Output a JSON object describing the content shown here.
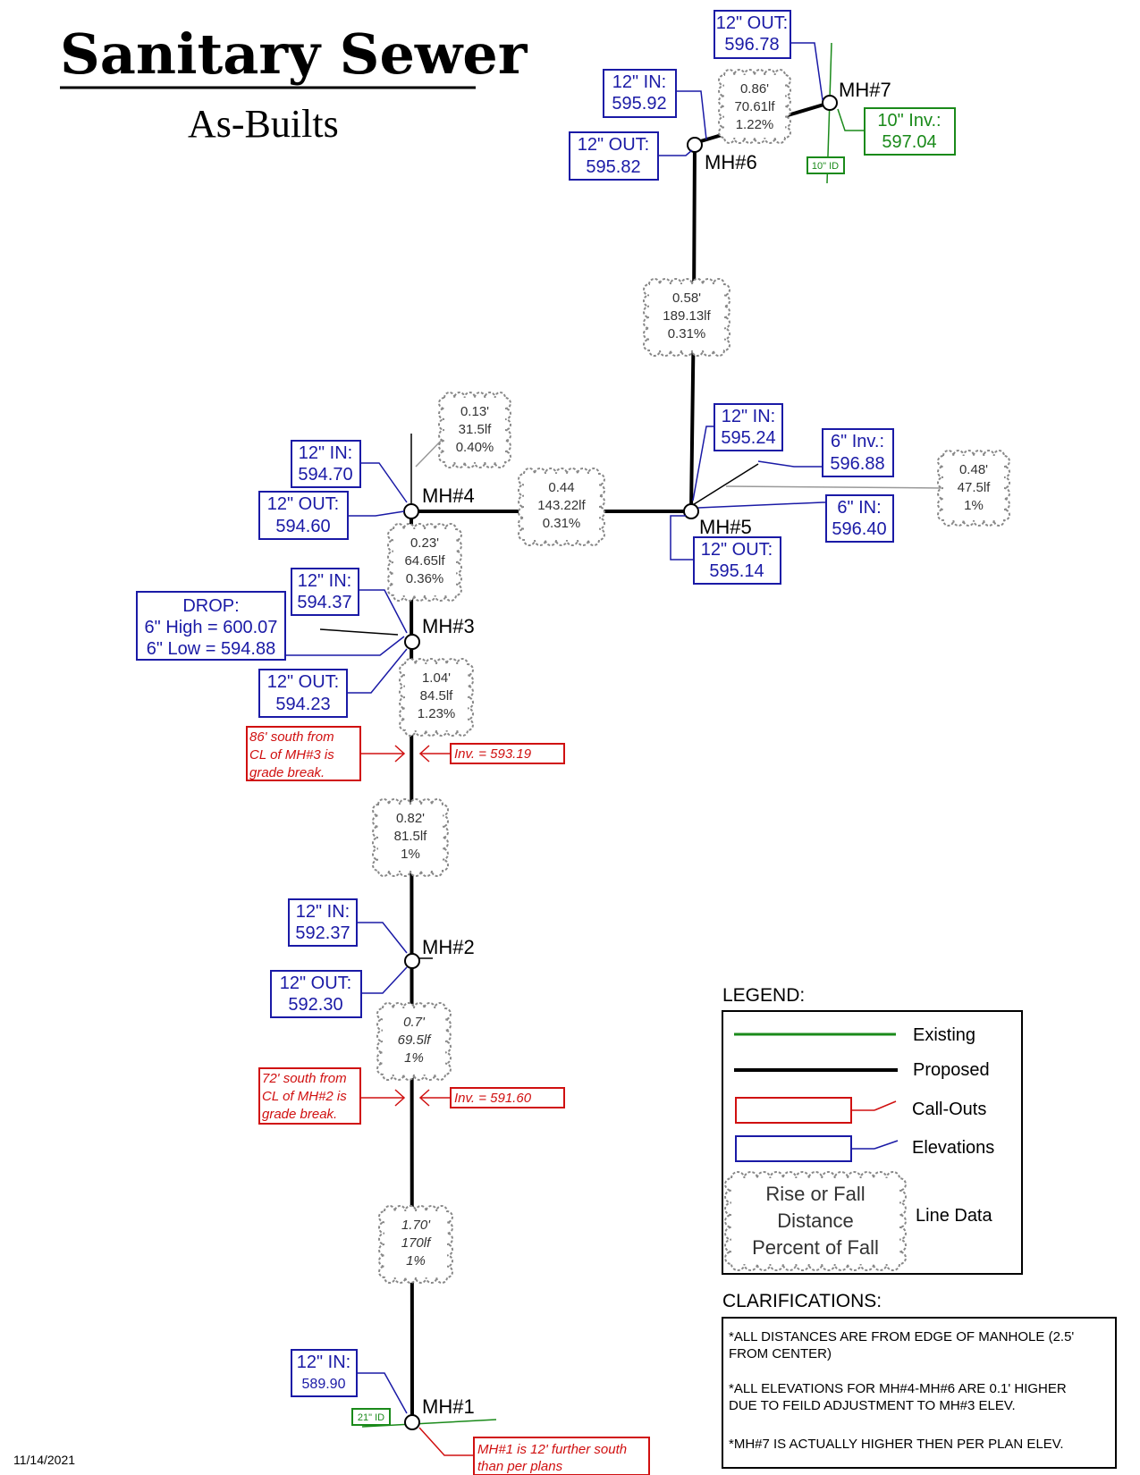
{
  "title": "Sanitary Sewer",
  "subtitle": "As-Builts",
  "date": "11/14/2021",
  "manholes": {
    "mh1": "MH#1",
    "mh2": "MH#2",
    "mh3": "MH#3",
    "mh4": "MH#4",
    "mh5": "MH#5",
    "mh6": "MH#6",
    "mh7": "MH#7"
  },
  "elevations": {
    "mh7_out": [
      "12\" OUT:",
      "596.78"
    ],
    "mh6_in": [
      "12\" IN:",
      "595.92"
    ],
    "mh6_out": [
      "12\" OUT:",
      "595.82"
    ],
    "mh5_in": [
      "12\" IN:",
      "595.24"
    ],
    "mh5_6inv": [
      "6\" Inv.:",
      "596.88"
    ],
    "mh5_6in": [
      "6\" IN:",
      "596.40"
    ],
    "mh5_out": [
      "12\" OUT:",
      "595.14"
    ],
    "mh4_in": [
      "12\" IN:",
      "594.70"
    ],
    "mh4_out": [
      "12\" OUT:",
      "594.60"
    ],
    "mh3_in": [
      "12\" IN:",
      "594.37"
    ],
    "mh3_drop": [
      "DROP:",
      "6\" High = 600.07",
      "6\" Low = 594.88"
    ],
    "mh3_out": [
      "12\" OUT:",
      "594.23"
    ],
    "mh2_in": [
      "12\" IN:",
      "592.37"
    ],
    "mh2_out": [
      "12\" OUT:",
      "592.30"
    ],
    "mh1_in": [
      "12\" IN:",
      "589.90"
    ]
  },
  "existing": {
    "mh7_inv": [
      "10\" Inv.:",
      "597.04"
    ],
    "mh7_id": "10\" ID",
    "mh1_id": "21\" ID"
  },
  "line_data": {
    "l76": [
      "0.86'",
      "70.61lf",
      "1.22%"
    ],
    "l65": [
      "0.58'",
      "189.13lf",
      "0.31%"
    ],
    "l4n": [
      "0.13'",
      "31.5lf",
      "0.40%"
    ],
    "l54": [
      "0.44",
      "143.22lf",
      "0.31%"
    ],
    "l5e": [
      "0.48'",
      "47.5lf",
      "1%"
    ],
    "l43": [
      "0.23'",
      "64.65lf",
      "0.36%"
    ],
    "l3a": [
      "1.04'",
      "84.5lf",
      "1.23%"
    ],
    "l3b": [
      "0.82'",
      "81.5lf",
      "1%"
    ],
    "l2a": [
      "0.7'",
      "69.5lf",
      "1%"
    ],
    "l2b": [
      "1.70'",
      "170lf",
      "1%"
    ]
  },
  "callouts": {
    "gb3": [
      "86' south from",
      "CL of MH#3 is",
      "grade break."
    ],
    "gb3_inv": "Inv. = 593.19",
    "gb2": [
      "72' south from",
      "CL of MH#2 is",
      "grade break."
    ],
    "gb2_inv": "Inv. = 591.60",
    "mh1_note": [
      "MH#1 is 12' further south",
      "than per plans"
    ]
  },
  "legend": {
    "heading": "LEGEND:",
    "existing": "Existing",
    "proposed": "Proposed",
    "callouts": "Call-Outs",
    "elevations": "Elevations",
    "cloud_lines": [
      "Rise or Fall",
      "Distance",
      "Percent of Fall"
    ],
    "line_data": "Line Data",
    "colors": {
      "existing": "#1a8a1a",
      "proposed": "#000000",
      "callouts": "#d01010",
      "elevations": "#1a1aa6"
    }
  },
  "clarifications": {
    "heading": "CLARIFICATIONS:",
    "notes": [
      [
        "*ALL DISTANCES ARE FROM EDGE OF MANHOLE (2.5'",
        "FROM CENTER)"
      ],
      [
        "*ALL ELEVATIONS FOR MH#4-MH#6 ARE 0.1' HIGHER",
        "DUE TO FEILD ADJUSTMENT TO MH#3 ELEV."
      ],
      [
        "*MH#7 IS ACTUALLY HIGHER THEN PER PLAN ELEV."
      ]
    ]
  }
}
